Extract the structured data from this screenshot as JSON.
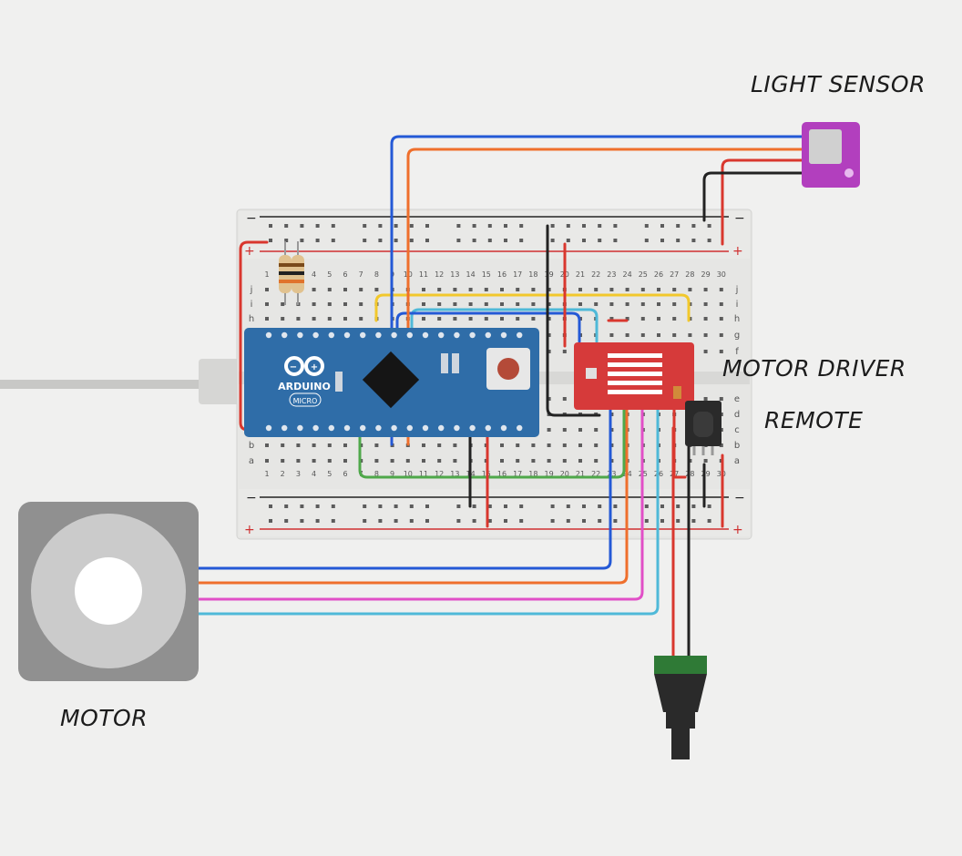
{
  "labels": {
    "light_sensor": "LIGHT SENSOR",
    "motor_driver": "MOTOR DRIVER",
    "remote": "REMOTE",
    "motor": "MOTOR"
  },
  "breadboard": {
    "minus_sign": "−",
    "plus_sign": "+",
    "row_letters_top": [
      "j",
      "i",
      "h",
      "g",
      "f"
    ],
    "row_letters_bottom": [
      "e",
      "d",
      "c",
      "b",
      "a"
    ],
    "column_count": 30
  },
  "arduino": {
    "brand": "ARDUINO",
    "model": "MICRO"
  },
  "colors": {
    "board_bg": "#e6e6e4",
    "arduino": "#2f6da8",
    "driver": "#d63a3a",
    "sensor": "#b23fbe",
    "wire_blue": "#2459d6",
    "wire_orange": "#ef6f2c",
    "wire_red": "#d9372e",
    "wire_black": "#222222",
    "wire_yellow": "#f2c82c",
    "wire_cyan": "#4fb9d8",
    "wire_pink": "#e14fc7",
    "wire_green": "#4fa84a"
  }
}
